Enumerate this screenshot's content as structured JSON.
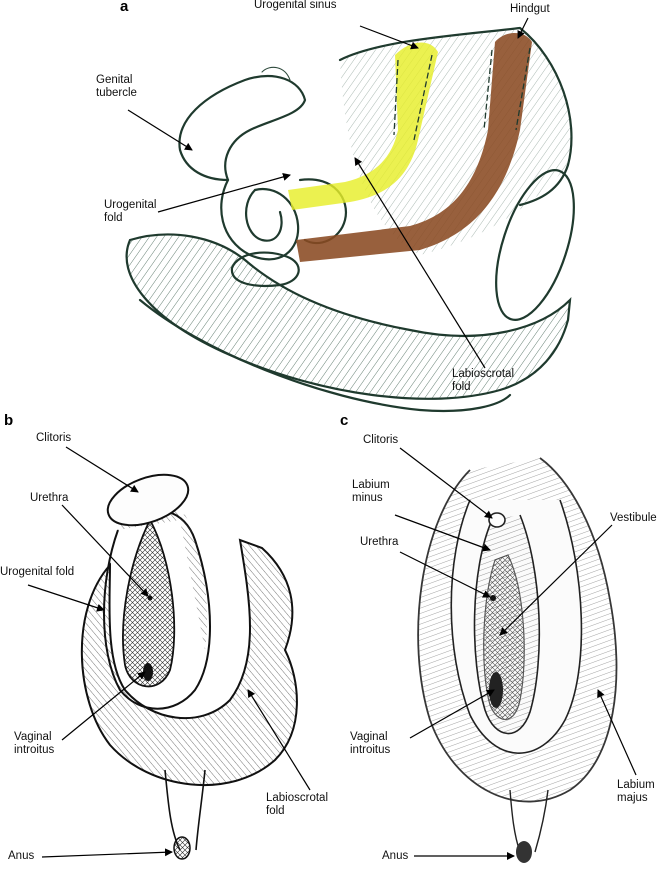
{
  "panels": {
    "a": {
      "letter": "a",
      "labels": {
        "urogenital_sinus": "Urogenital sinus",
        "hindgut": "Hindgut",
        "genital_tubercle": "Genital\ntubercle",
        "urogenital_fold": "Urogenital\nfold",
        "labioscrotal_fold": "Labioscrotal\nfold"
      }
    },
    "b": {
      "letter": "b",
      "labels": {
        "clitoris": "Clitoris",
        "urethra": "Urethra",
        "urogenital_fold": "Urogenital fold",
        "vaginal_introitus": "Vaginal\nintroitus",
        "labioscrotal_fold": "Labioscrotal\nfold",
        "anus": "Anus"
      }
    },
    "c": {
      "letter": "c",
      "labels": {
        "clitoris": "Clitoris",
        "labium_minus": "Labium\nminus",
        "urethra": "Urethra",
        "vestibule": "Vestibule",
        "vaginal_introitus": "Vaginal\nintroitus",
        "labium_majus": "Labium\nmajus",
        "anus": "Anus"
      }
    }
  },
  "colors": {
    "urogenital_sinus": "#e6ee2a",
    "hindgut": "#8a4a22",
    "ink": "#1f3a2e"
  }
}
